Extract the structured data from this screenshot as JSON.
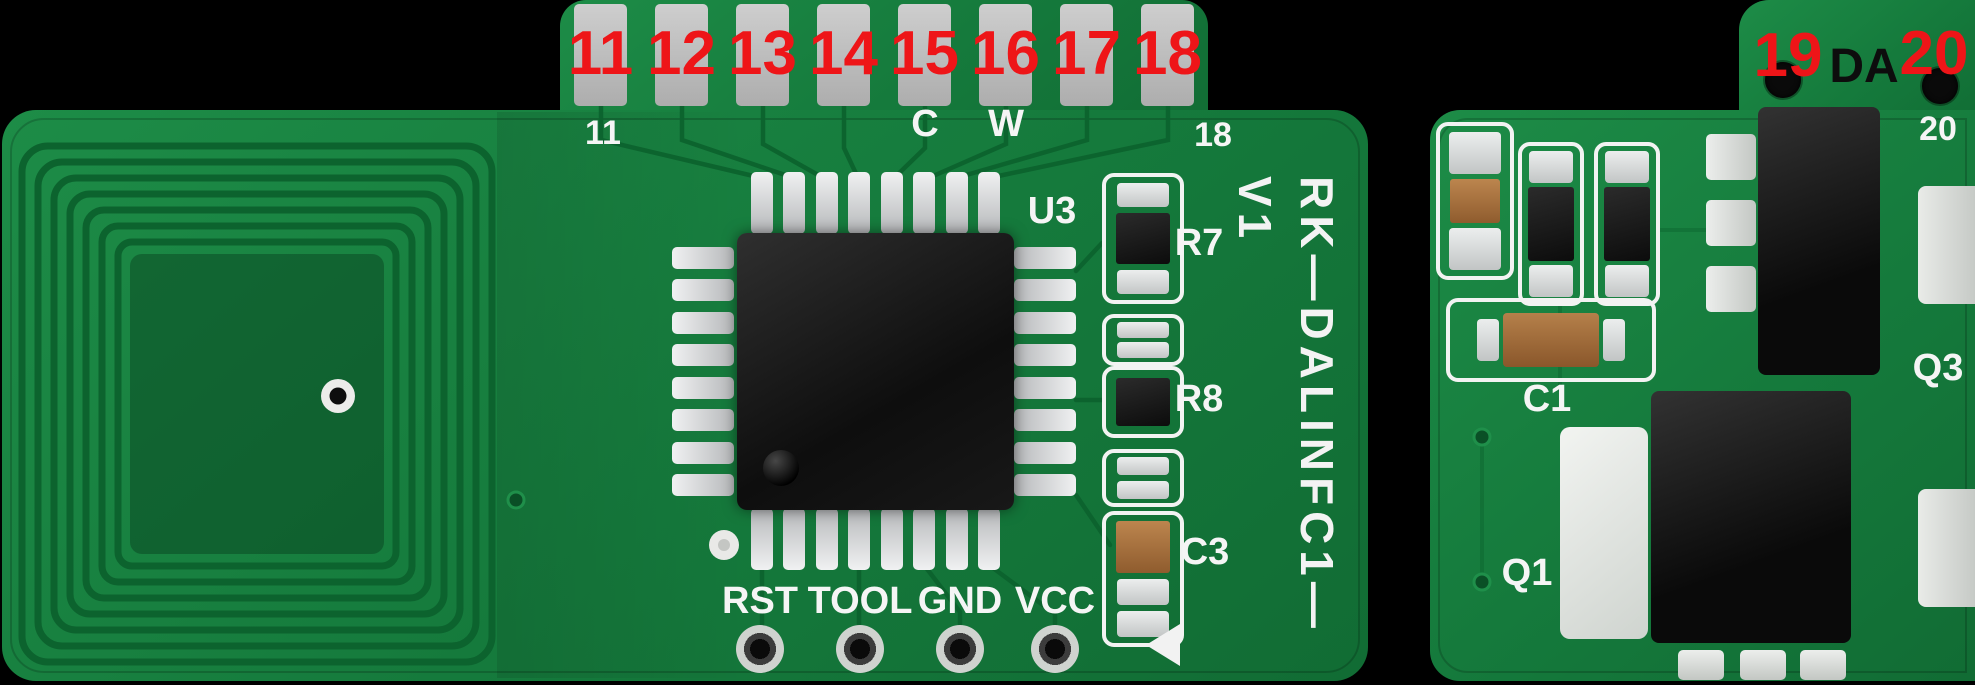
{
  "annotations": {
    "top_pin_numbers": [
      "11",
      "12",
      "13",
      "14",
      "15",
      "16",
      "17",
      "18"
    ],
    "pin19": "19",
    "pin20": "20",
    "da_label": "DA",
    "color": "#ee1518"
  },
  "silkscreen": {
    "pin11": "11",
    "pin18": "18",
    "pin20": "20",
    "cap_c": "C",
    "cap_w": "W",
    "mcu": "U3",
    "r7": "R7",
    "r8": "R8",
    "c3": "C3",
    "c1": "C1",
    "q1": "Q1",
    "q3": "Q3",
    "board_title": "RK—DALINFC1—V1",
    "bottom_pads": [
      "RST",
      "TOOL",
      "GND",
      "VCC"
    ]
  },
  "colors": {
    "board_green": "#157a3c",
    "trace_dark_green": "#0c632e",
    "pad_silver": "#c9cccc",
    "annotation_red": "#ee1518",
    "silkscreen_white": "#f5f5f5",
    "component_black": "#141414",
    "capacitor_brown": "#a06a3c"
  }
}
